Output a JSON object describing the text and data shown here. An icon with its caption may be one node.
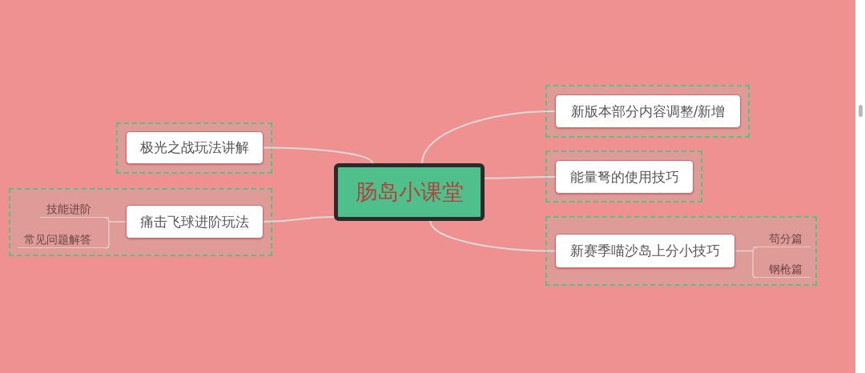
{
  "diagram": {
    "nodes": [
      {
        "text": [
          "肠岛小课堂"
        ]
      },
      {
        "text": [],
        "shape": "box"
      },
      {
        "text": [
          "新版本部分内容调整/新增"
        ],
        "in": 1
      },
      {
        "text": [],
        "shape": "box"
      },
      {
        "text": [
          "能量弩的使用技巧"
        ],
        "in": 3
      },
      {
        "text": [],
        "shape": "box"
      },
      {
        "text": [
          "新赛季喵沙岛上分小技巧"
        ],
        "in": 5
      },
      {
        "text": [
          "苟分篇"
        ],
        "in": 5
      },
      {
        "text": [
          "钢枪篇"
        ],
        "in": 5
      },
      {
        "text": [],
        "shape": "box"
      },
      {
        "text": [
          "极光之战玩法讲解"
        ],
        "in": 9
      },
      {
        "text": [],
        "shape": "box"
      },
      {
        "text": [
          "痛击飞球进阶玩法"
        ],
        "in": 11
      },
      {
        "text": [
          "技能进阶"
        ],
        "in": 11
      },
      {
        "text": [
          "常见问题解答"
        ],
        "in": 11
      }
    ],
    "edges": [
      {
        "from": 0,
        "to": 2,
        "arrow": "none"
      },
      {
        "from": 0,
        "to": 4,
        "arrow": "none"
      },
      {
        "from": 0,
        "to": 6,
        "arrow": "none"
      },
      {
        "from": 6,
        "to": 7,
        "arrow": "none"
      },
      {
        "from": 6,
        "to": 8,
        "arrow": "none"
      },
      {
        "from": 0,
        "to": 10,
        "arrow": "none"
      },
      {
        "from": 0,
        "to": 12,
        "arrow": "none"
      },
      {
        "from": 12,
        "to": 13,
        "arrow": "none"
      },
      {
        "from": 12,
        "to": 14,
        "arrow": "none"
      }
    ]
  }
}
